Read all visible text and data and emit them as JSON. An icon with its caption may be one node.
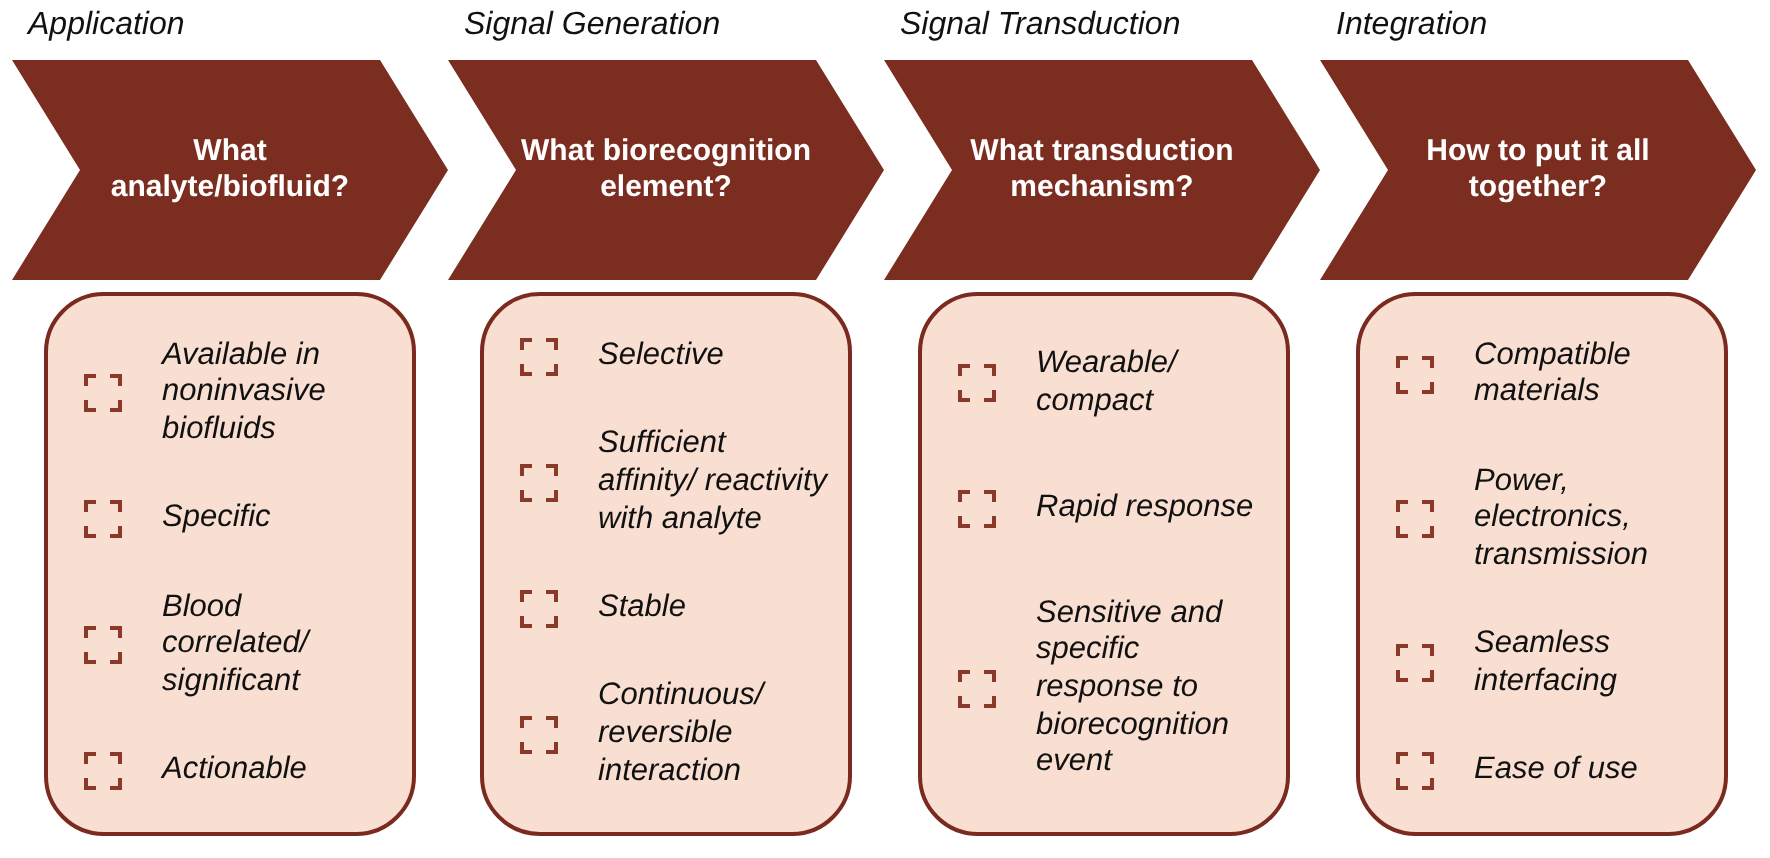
{
  "diagram": {
    "nodes": [
      {
        "text": [
          "Application",
          "What analyte/biofluid?"
        ]
      },
      {
        "text": [
          "Signal Generation",
          "What biorecognition element?"
        ]
      },
      {
        "text": [
          "Signal Transduction",
          "What transduction mechanism?"
        ]
      },
      {
        "text": [
          "Integration",
          "How to put it all together?"
        ]
      },
      {
        "text": [],
        "shape": "box"
      },
      {
        "text": [
          "Available in noninvasive biofluids"
        ],
        "in": 4
      },
      {
        "text": [
          "Specific"
        ],
        "in": 4
      },
      {
        "text": [
          "Blood correlated/ significant"
        ],
        "in": 4
      },
      {
        "text": [
          "Actionable"
        ],
        "in": 4
      },
      {
        "text": [],
        "shape": "box"
      },
      {
        "text": [
          "Selective"
        ],
        "in": 9
      },
      {
        "text": [
          "Sufficient affinity/ reactivity with analyte"
        ],
        "in": 9
      },
      {
        "text": [
          "Stable"
        ],
        "in": 9
      },
      {
        "text": [
          "Continuous/ reversible interaction"
        ],
        "in": 9
      },
      {
        "text": [],
        "shape": "box"
      },
      {
        "text": [
          "Wearable/ compact"
        ],
        "in": 14
      },
      {
        "text": [
          "Rapid response"
        ],
        "in": 14
      },
      {
        "text": [
          "Sensitive and specific response to biorecognition event"
        ],
        "in": 14
      },
      {
        "text": [],
        "shape": "box"
      },
      {
        "text": [
          "Compatible materials"
        ],
        "in": 18
      },
      {
        "text": [
          "Power, electronics, transmission"
        ],
        "in": 18
      },
      {
        "text": [
          "Seamless interfacing"
        ],
        "in": 18
      },
      {
        "text": [
          "Ease of use"
        ],
        "in": 18
      }
    ],
    "edges": []
  }
}
